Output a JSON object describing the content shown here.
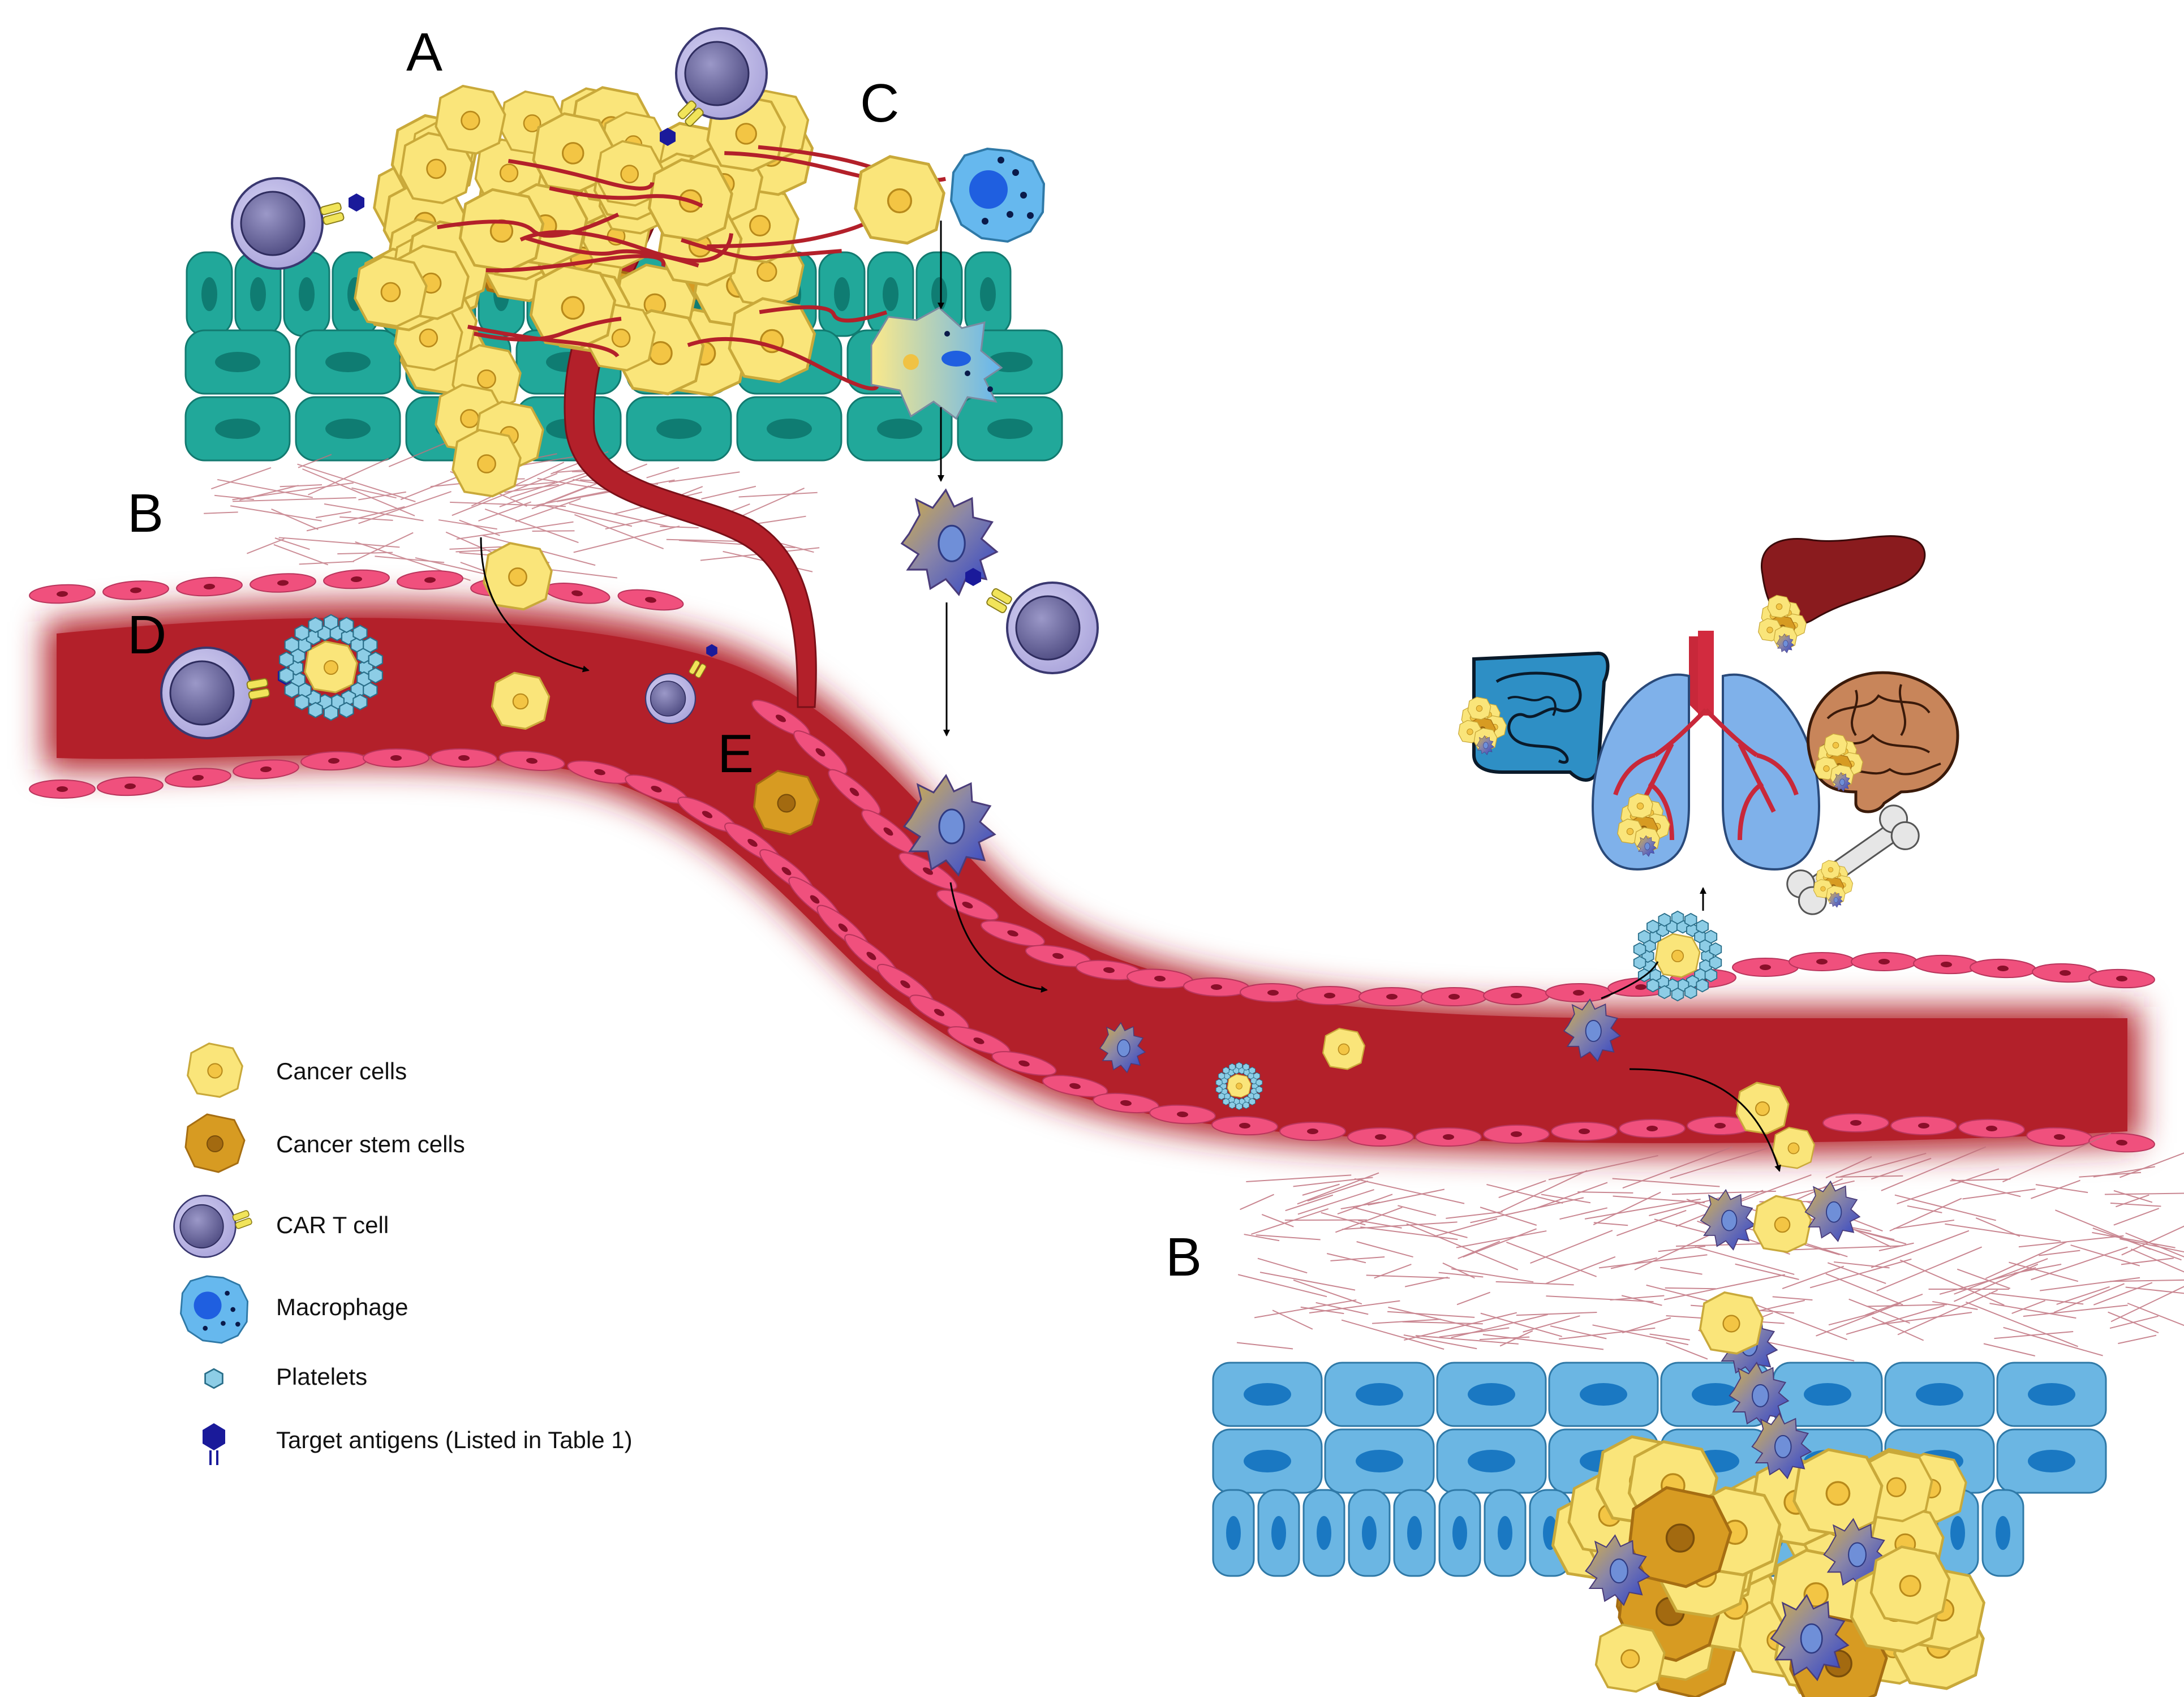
{
  "labels": {
    "a": "A",
    "b_top": "B",
    "b_bottom": "B",
    "c": "C",
    "d": "D",
    "e": "E"
  },
  "legend": {
    "cancer_cells": "Cancer cells",
    "cancer_stem_cells": "Cancer stem cells",
    "car_t_cell": "CAR T cell",
    "macrophage": "Macrophage",
    "platelets": "Platelets",
    "target_antigens": "Target antigens (Listed in Table 1)"
  },
  "colors": {
    "vessel": "#b3202a",
    "endothelial": "#f0507d",
    "primary_epithelium": "#21a89a",
    "secondary_epithelium": "#6bb6e3",
    "cancer_cell": "#fae57a",
    "stem_cell": "#d79b22",
    "car_t_outer": "#b7b1e3",
    "car_t_inner": "#6a679a",
    "macrophage": "#66b8ee",
    "macrophage_nucleus": "#1f5fe0",
    "platelet": "#8dcde6",
    "antigen": "#1a1a9a"
  },
  "icons": [
    "cancer-cell-icon",
    "cancer-stem-cell-icon",
    "car-t-cell-icon",
    "macrophage-icon",
    "platelet-icon",
    "target-antigen-icon",
    "liver-icon",
    "intestine-icon",
    "lungs-icon",
    "brain-icon",
    "bone-icon"
  ]
}
